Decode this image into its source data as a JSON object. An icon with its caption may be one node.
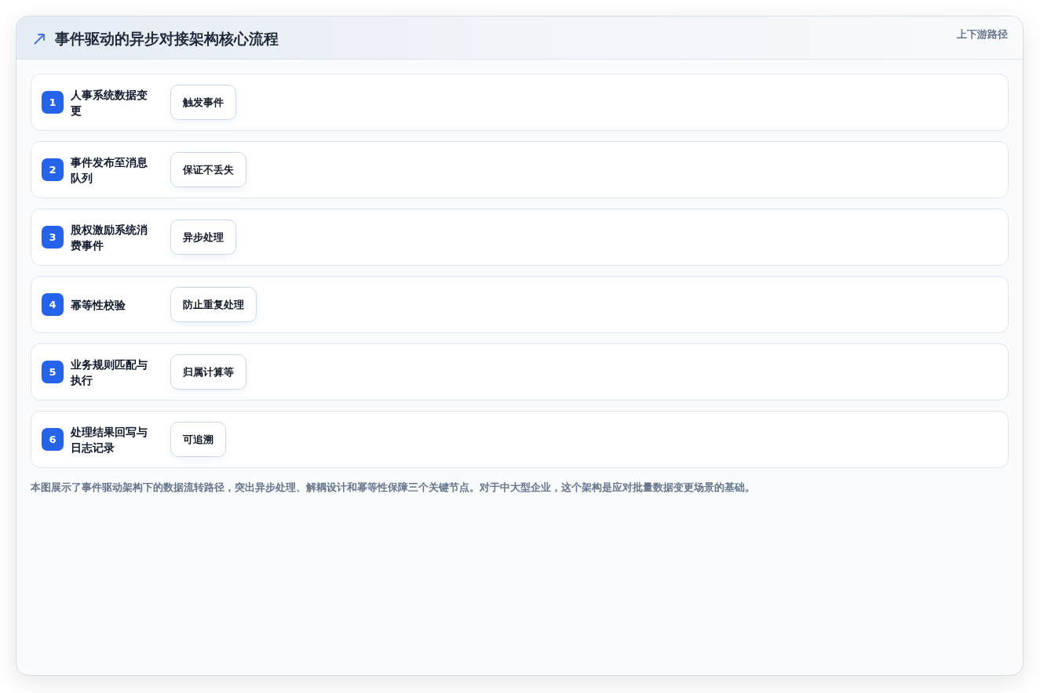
{
  "diagram": {
    "title": "事件驱动的异步对接架构核心流程",
    "caption": "本图展示了事件驱动架构下的数据流转路径，突出异步处理、解耦设计和幂等性保障三个关键节点。对于中大型企业，这个架构是应对批量数据变更场景的基础。",
    "nodes": [
      {
        "text": [
          "人事系统数据变更"
        ]
      },
      {
        "text": [
          "1"
        ],
        "in": 0
      },
      {
        "text": [
          "触发事件"
        ],
        "in": 0
      },
      {
        "text": [
          "事件发布至消息队列"
        ]
      },
      {
        "text": [
          "2"
        ],
        "in": 3
      },
      {
        "text": [
          "保证不丢失"
        ],
        "in": 3
      },
      {
        "text": [
          "股权激励系统消费事件"
        ]
      },
      {
        "text": [
          "3"
        ],
        "in": 6
      },
      {
        "text": [
          "异步处理"
        ],
        "in": 6
      },
      {
        "text": [
          "幂等性校验"
        ]
      },
      {
        "text": [
          "4"
        ],
        "in": 9
      },
      {
        "text": [
          "防止重复处理"
        ],
        "in": 9
      },
      {
        "text": [
          "业务规则匹配与执行"
        ]
      },
      {
        "text": [
          "5"
        ],
        "in": 12
      },
      {
        "text": [
          "归属计算等"
        ],
        "in": 12
      },
      {
        "text": [
          "处理结果回写与日志记录"
        ]
      },
      {
        "text": [
          "6"
        ],
        "in": 15
      },
      {
        "text": [
          "可追溯"
        ],
        "in": 15
      }
    ],
    "labels": [
      "上下游路径"
    ]
  }
}
